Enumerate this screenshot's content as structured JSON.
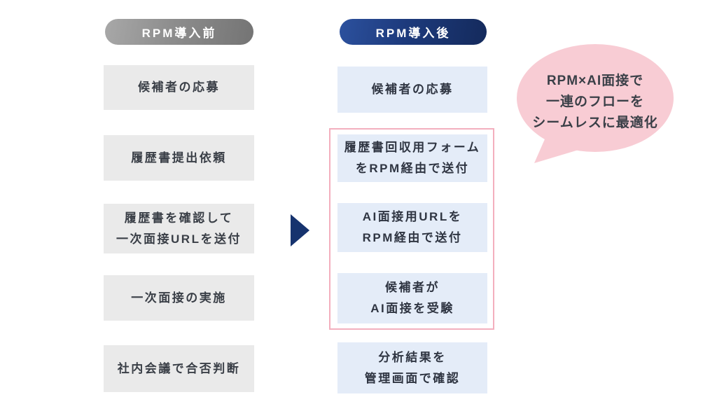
{
  "before": {
    "header": "RPM導入前",
    "steps": [
      "候補者の応募",
      "履歴書提出依頼",
      "履歴書を確認して\n一次面接URLを送付",
      "一次面接の実施",
      "社内会議で合否判断"
    ]
  },
  "after": {
    "header": "RPM導入後",
    "steps": [
      "候補者の応募",
      "履歴書回収用フォーム\nをRPM経由で送付",
      "AI面接用URLを\nRPM経由で送付",
      "候補者が\nAI面接を受験",
      "分析結果を\n管理画面で確認"
    ]
  },
  "bubble": {
    "text": "RPM×AI面接で\n一連のフローを\nシームレスに最適化"
  },
  "icons": {
    "arrow": "right-arrow-triangle"
  },
  "colors": {
    "before_pill_gradient_start": "#a8a8a8",
    "before_pill_gradient_end": "#747474",
    "after_pill_gradient_start": "#2c519e",
    "after_pill_gradient_end": "#142a5c",
    "before_box_bg": "#eaeaea",
    "after_box_bg": "#e4ecf8",
    "highlight_outline": "#f3afbe",
    "arrow": "#16336e",
    "bubble_bg": "#f8ccd4",
    "text_dark": "#3a3f47",
    "pill_text": "#ffffff"
  }
}
